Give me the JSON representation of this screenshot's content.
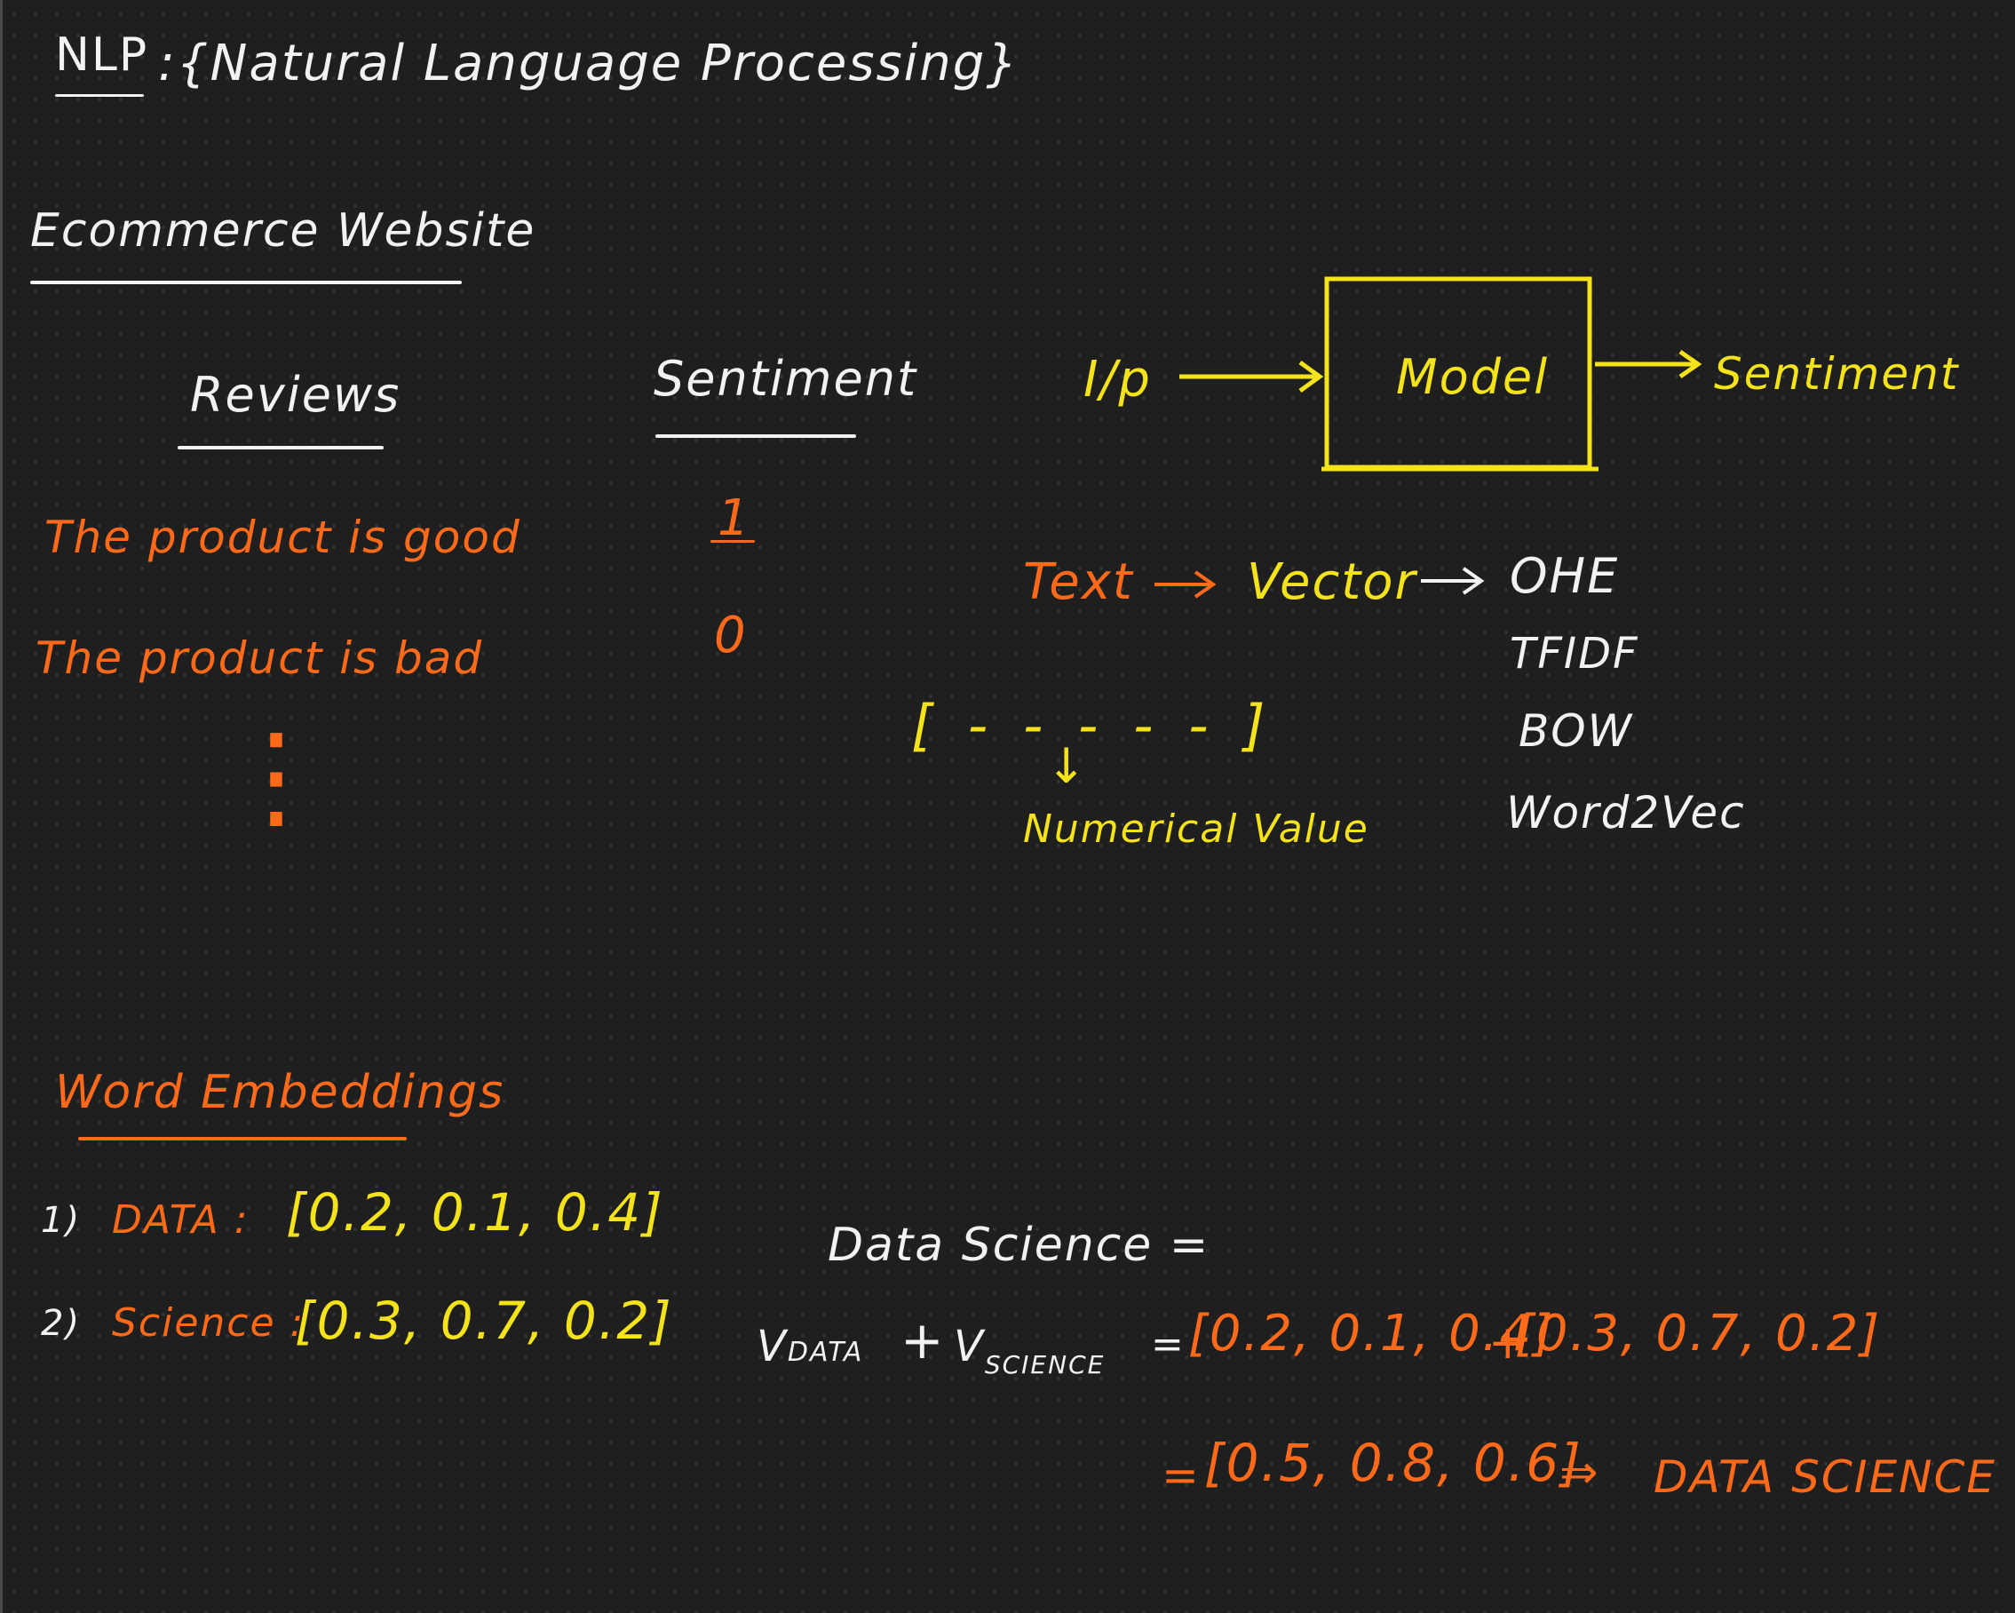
{
  "colors": {
    "background": "#1f1f1f",
    "white_ink": "#f2f2f2",
    "orange_ink": "#ff6a1a",
    "yellow_ink": "#f4e21b"
  },
  "title": {
    "abbr": "NLP",
    "expansion": ":{Natural Language Processing}"
  },
  "heading": "Ecommerce Website",
  "reviews": {
    "header": "Reviews",
    "rows": [
      "The product is good",
      "The product is bad"
    ],
    "continuation": "⋮"
  },
  "sentiment": {
    "header": "Sentiment",
    "values": [
      "1",
      "0"
    ]
  },
  "model_flow": {
    "input": "I/p",
    "box_label": "Model",
    "output": "Sentiment"
  },
  "vectorization": {
    "text": "Text",
    "vector": "Vector",
    "methods": [
      "OHE",
      "TFIDF",
      "BOW",
      "Word2Vec"
    ],
    "vector_sketch": "[ -    -    -   - - ]",
    "down_arrow": "↓",
    "note": "Numerical Value"
  },
  "embeddings": {
    "heading": "Word Embeddings",
    "items": [
      {
        "index": "1)",
        "word": "DATA :",
        "vector": "[0.2, 0.1, 0.4]"
      },
      {
        "index": "2)",
        "word": "Science :",
        "vector": "[0.3, 0.7, 0.2]"
      }
    ]
  },
  "equation": {
    "lhs": "Data Science =",
    "v_data": "V",
    "v_data_sub": "DATA",
    "plus": "+",
    "v_science": "V",
    "v_science_sub": "SCIENCE",
    "eq": "=",
    "vec_data": "[0.2, 0.1, 0.4]",
    "plus2": "+",
    "vec_science": "[0.3, 0.7, 0.2]",
    "result_eq": "=",
    "result": "[0.5, 0.8, 0.6]",
    "implies": "⇒",
    "result_label": "DATA SCIENCE"
  }
}
